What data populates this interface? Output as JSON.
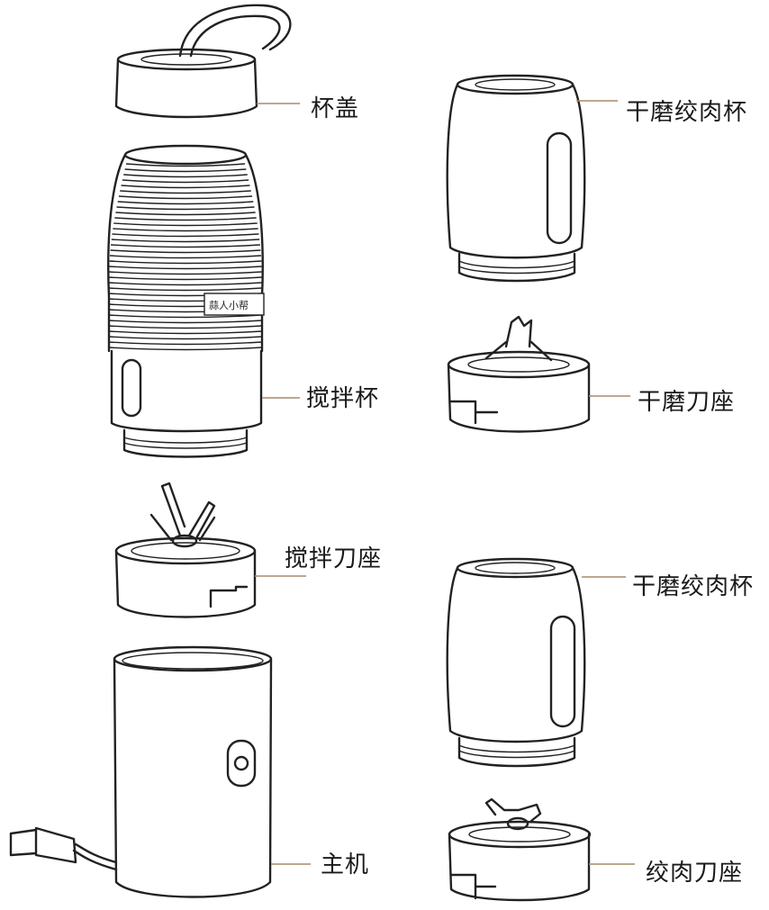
{
  "colors": {
    "line": "#222222",
    "leader": "#a58c6a",
    "background": "#ffffff"
  },
  "parts": {
    "cup_lid": "杯盖",
    "blender_cup": "搅拌杯",
    "blender_blade_base": "搅拌刀座",
    "main_unit": "主机",
    "grinder_cup_1": "干磨绞肉杯",
    "grinder_blade_base": "干磨刀座",
    "grinder_cup_2": "干磨绞肉杯",
    "mincer_blade_base": "绞肉刀座"
  }
}
